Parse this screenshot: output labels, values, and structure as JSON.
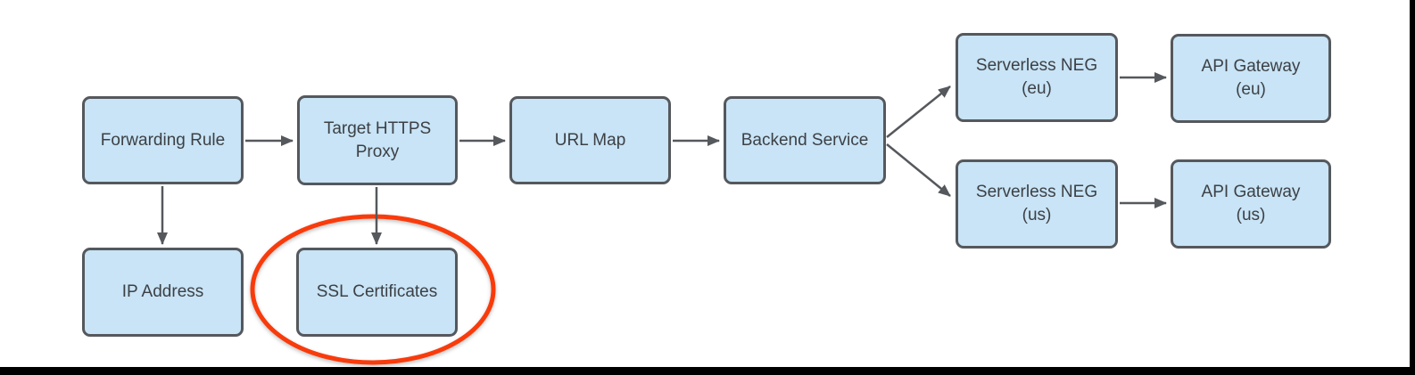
{
  "nodes": [
    {
      "id": "forwarding-rule",
      "label": "Forwarding Rule"
    },
    {
      "id": "target-https-proxy",
      "label": "Target HTTPS\nProxy"
    },
    {
      "id": "url-map",
      "label": "URL Map"
    },
    {
      "id": "backend-service",
      "label": "Backend Service"
    },
    {
      "id": "serverless-neg-eu",
      "label": "Serverless NEG\n(eu)"
    },
    {
      "id": "api-gateway-eu",
      "label": "API Gateway\n(eu)"
    },
    {
      "id": "serverless-neg-us",
      "label": "Serverless NEG\n(us)"
    },
    {
      "id": "api-gateway-us",
      "label": "API Gateway\n(us)"
    },
    {
      "id": "ip-address",
      "label": "IP Address"
    },
    {
      "id": "ssl-certificates",
      "label": "SSL Certificates"
    }
  ],
  "edges": [
    {
      "from": "Forwarding Rule",
      "to": "Target HTTPS Proxy"
    },
    {
      "from": "Target HTTPS Proxy",
      "to": "URL Map"
    },
    {
      "from": "URL Map",
      "to": "Backend Service"
    },
    {
      "from": "Backend Service",
      "to": "Serverless NEG (eu)"
    },
    {
      "from": "Backend Service",
      "to": "Serverless NEG (us)"
    },
    {
      "from": "Serverless NEG (eu)",
      "to": "API Gateway (eu)"
    },
    {
      "from": "Serverless NEG (us)",
      "to": "API Gateway (us)"
    },
    {
      "from": "Forwarding Rule",
      "to": "IP Address"
    },
    {
      "from": "Target HTTPS Proxy",
      "to": "SSL Certificates"
    }
  ],
  "annotations": {
    "highlight_ellipse": {
      "around": "SSL Certificates",
      "color": "#f93b0b"
    }
  },
  "colors": {
    "background": "#ffffff",
    "node-fill": "#c8e4f6",
    "node-border": "#55585c",
    "text": "#3d4045",
    "arrow": "#55585c",
    "highlight": "#f93b0b",
    "border-bar": "#000000"
  }
}
